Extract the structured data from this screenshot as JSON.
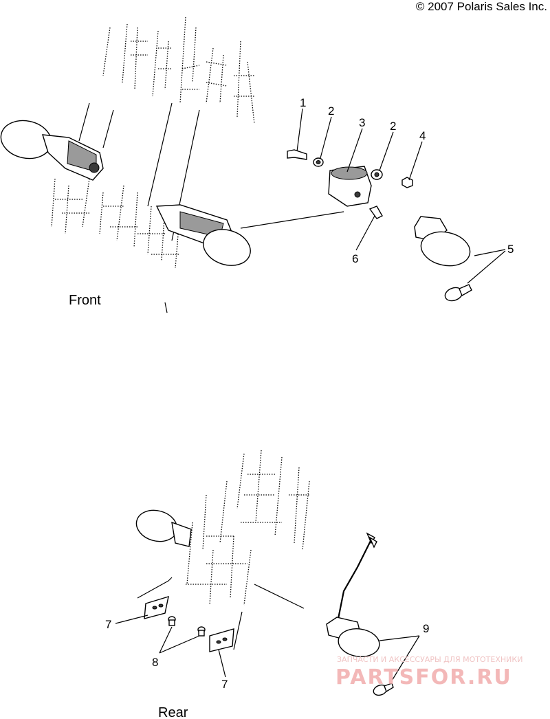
{
  "copyright": "© 2007 Polaris Sales Inc.",
  "sections": {
    "front": "Front",
    "rear": "Rear"
  },
  "callouts": {
    "c1": "1",
    "c2a": "2",
    "c3": "3",
    "c2b": "2",
    "c4": "4",
    "c5": "5",
    "c6": "6",
    "c7a": "7",
    "c8": "8",
    "c7b": "7",
    "c9": "9"
  },
  "watermark": {
    "tagline": "ЗАПЧАСТИ И АКСЕССУАРЫ ДЛЯ МОТОТЕХНИКИ",
    "brand": "PARTSFOR.RU"
  }
}
